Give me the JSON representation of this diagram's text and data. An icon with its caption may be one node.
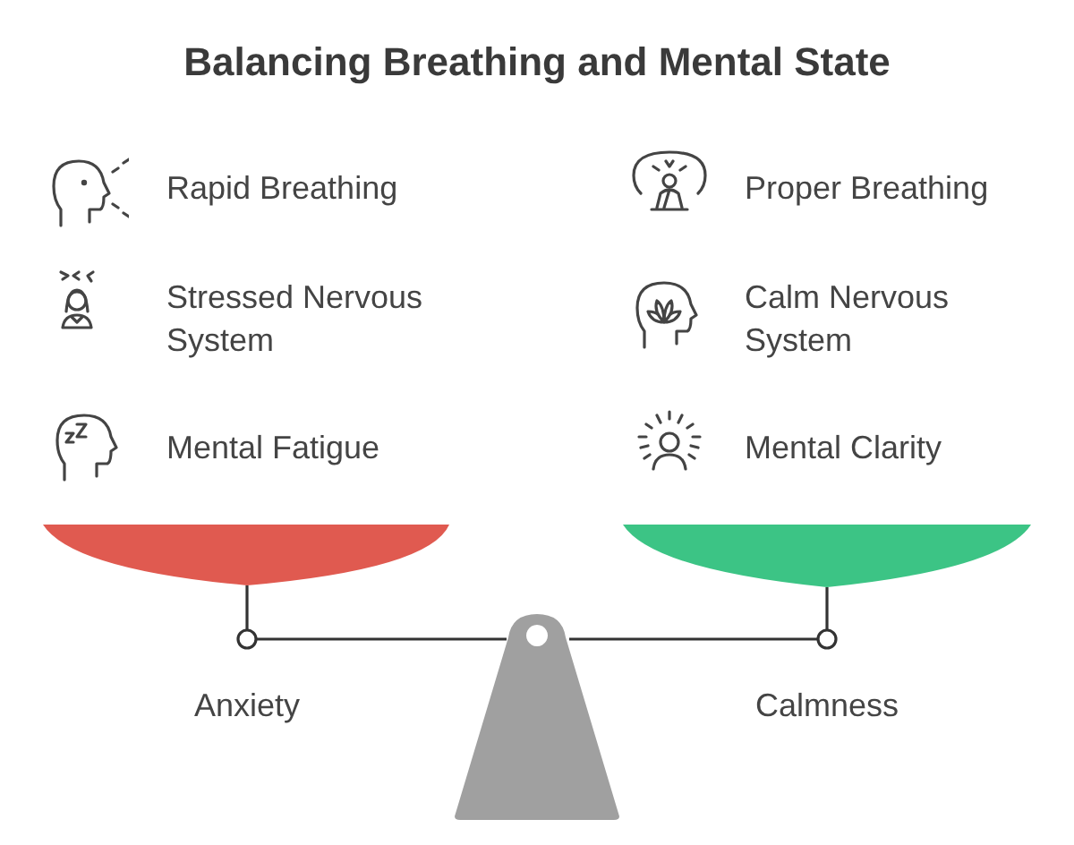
{
  "diagram": {
    "title": "Balancing Breathing and Mental State",
    "labels": [
      "Rapid Breathing",
      "Proper Breathing",
      "Stressed Nervous System",
      "Calm Nervous System",
      "Mental Fatigue",
      "Mental Clarity",
      "Anxiety",
      "Calmness"
    ]
  }
}
